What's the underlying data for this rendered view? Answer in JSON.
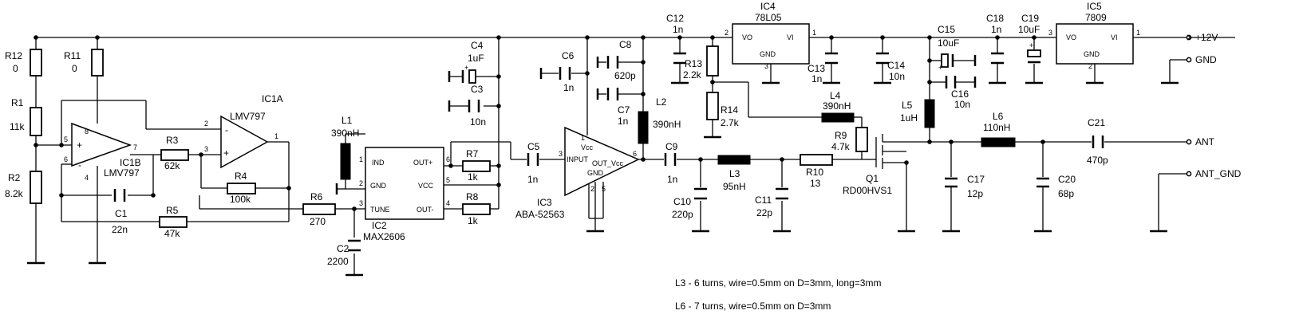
{
  "schematic": {
    "components": {
      "R12": {
        "ref": "R12",
        "value": "0"
      },
      "R11": {
        "ref": "R11",
        "value": "0"
      },
      "R1": {
        "ref": "R1",
        "value": "11k"
      },
      "R2": {
        "ref": "R2",
        "value": "8.2k"
      },
      "R3": {
        "ref": "R3",
        "value": "62k"
      },
      "R4": {
        "ref": "R4",
        "value": "100k"
      },
      "R5": {
        "ref": "R5",
        "value": "47k"
      },
      "R6": {
        "ref": "R6",
        "value": "270"
      },
      "R7": {
        "ref": "R7",
        "value": "1k"
      },
      "R8": {
        "ref": "R8",
        "value": "1k"
      },
      "R9": {
        "ref": "R9",
        "value": "4.7k"
      },
      "R10": {
        "ref": "R10",
        "value": "13"
      },
      "R13": {
        "ref": "R13",
        "value": "2.2k"
      },
      "R14": {
        "ref": "R14",
        "value": "2.7k"
      },
      "C1": {
        "ref": "C1",
        "value": "22n"
      },
      "C2": {
        "ref": "C2",
        "value": "2200"
      },
      "C3": {
        "ref": "C3",
        "value": "10n"
      },
      "C4": {
        "ref": "C4",
        "value": "1uF"
      },
      "C5": {
        "ref": "C5",
        "value": "1n"
      },
      "C6": {
        "ref": "C6",
        "value": "1n"
      },
      "C7": {
        "ref": "C7",
        "value": "1n"
      },
      "C8": {
        "ref": "C8",
        "value": "620p"
      },
      "C9": {
        "ref": "C9",
        "value": "1n"
      },
      "C10": {
        "ref": "C10",
        "value": "220p"
      },
      "C11": {
        "ref": "C11",
        "value": "22p"
      },
      "C12": {
        "ref": "C12",
        "value": "1n"
      },
      "C13": {
        "ref": "C13",
        "value": "1n"
      },
      "C14": {
        "ref": "C14",
        "value": "10n"
      },
      "C15": {
        "ref": "C15",
        "value": "10uF"
      },
      "C16": {
        "ref": "C16",
        "value": "10n"
      },
      "C17": {
        "ref": "C17",
        "value": "12p"
      },
      "C18": {
        "ref": "C18",
        "value": "1n"
      },
      "C19": {
        "ref": "C19",
        "value": "10uF"
      },
      "C20": {
        "ref": "C20",
        "value": "68p"
      },
      "C21": {
        "ref": "C21",
        "value": "470p"
      },
      "L1": {
        "ref": "L1",
        "value": "390nH"
      },
      "L2": {
        "ref": "L2",
        "value": "390nH"
      },
      "L3": {
        "ref": "L3",
        "value": "95nH"
      },
      "L4": {
        "ref": "L4",
        "value": "390nH"
      },
      "L5": {
        "ref": "L5",
        "value": "1uH"
      },
      "L6": {
        "ref": "L6",
        "value": "110nH"
      },
      "IC1A": {
        "ref": "IC1A",
        "value": "LMV797"
      },
      "IC1B": {
        "ref": "IC1B",
        "value": "LMV797"
      },
      "IC2": {
        "ref": "IC2",
        "value": "MAX2606"
      },
      "IC3": {
        "ref": "IC3",
        "value": "ABA-52563"
      },
      "IC4": {
        "ref": "IC4",
        "value": "78L05"
      },
      "IC5": {
        "ref": "IC5",
        "value": "7809"
      },
      "Q1": {
        "ref": "Q1",
        "value": "RD00HVS1"
      }
    },
    "pins": {
      "ic2_ind": "IND",
      "ic2_gnd": "GND",
      "ic2_tune": "TUNE",
      "ic2_outp": "OUT+",
      "ic2_vcc": "VCC",
      "ic2_outm": "OUT-",
      "ic3_vcc": "Vcc",
      "ic3_input": "INPUT",
      "ic3_outvcc": "OUT_Vcc",
      "ic3_gnd": "GND",
      "reg_vo": "VO",
      "reg_vi": "VI",
      "reg_gnd": "GND",
      "plus": "+",
      "minus": "-",
      "n1": "1",
      "n2": "2",
      "n3": "3",
      "n4": "4",
      "n5": "5",
      "n6": "6",
      "n7": "7",
      "n8": "8"
    },
    "connectors": {
      "v12": "+12V",
      "gnd": "GND",
      "ant": "ANT",
      "ant_gnd": "ANT_GND"
    },
    "notes": {
      "l3": "L3 - 6 turns, wire=0.5mm on D=3mm, long=3mm",
      "l6": "L6 - 7 turns, wire=0.5mm on D=3mm"
    }
  }
}
